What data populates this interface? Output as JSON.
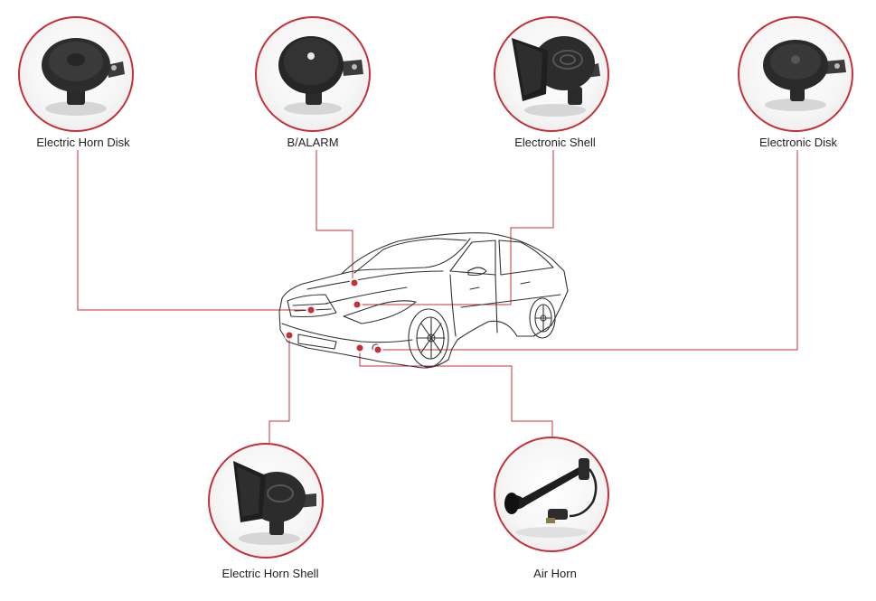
{
  "colors": {
    "accent": "#c4303a",
    "line": "#c4303a",
    "car_outline": "#333333"
  },
  "products": [
    {
      "label": "Electric Horn Disk",
      "icon": "electric-horn-disk-icon"
    },
    {
      "label": "B/ALARM",
      "icon": "b-alarm-horn-icon"
    },
    {
      "label": "Electronic Shell",
      "icon": "electronic-shell-horn-icon"
    },
    {
      "label": "Electronic Disk",
      "icon": "electronic-disk-horn-icon"
    },
    {
      "label": "Electric Horn Shell",
      "icon": "electric-horn-shell-icon"
    },
    {
      "label": "Air Horn",
      "icon": "air-horn-icon"
    }
  ]
}
